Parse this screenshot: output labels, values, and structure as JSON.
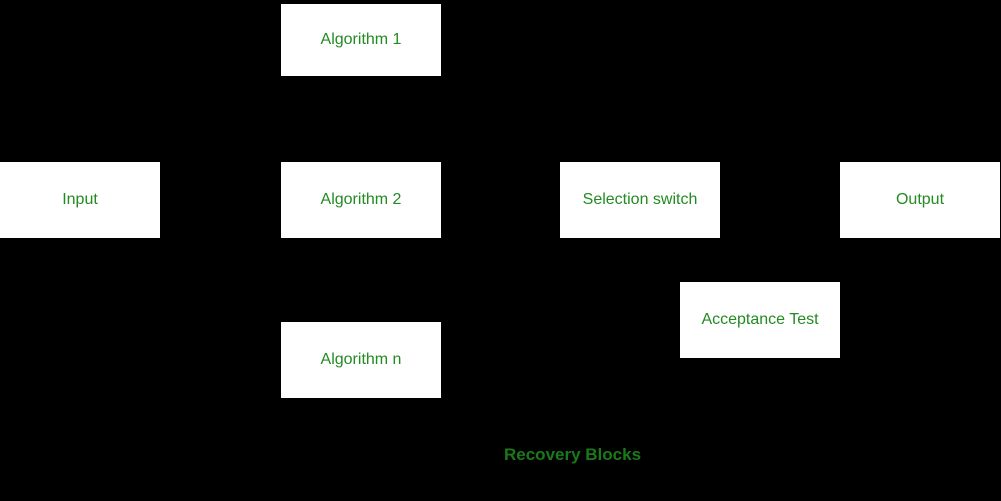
{
  "diagram": {
    "caption": "Recovery Blocks",
    "colors": {
      "background": "#000000",
      "box_fill": "#ffffff",
      "label_text": "#228B22",
      "caption_text": "#1a7a1a"
    },
    "nodes": {
      "input": {
        "label": "Input"
      },
      "algorithm_1": {
        "label": "Algorithm 1"
      },
      "algorithm_2": {
        "label": "Algorithm 2"
      },
      "algorithm_n": {
        "label": "Algorithm n"
      },
      "selection_switch": {
        "label": "Selection switch"
      },
      "acceptance_test": {
        "label": "Acceptance Test"
      },
      "output": {
        "label": "Output"
      }
    }
  }
}
